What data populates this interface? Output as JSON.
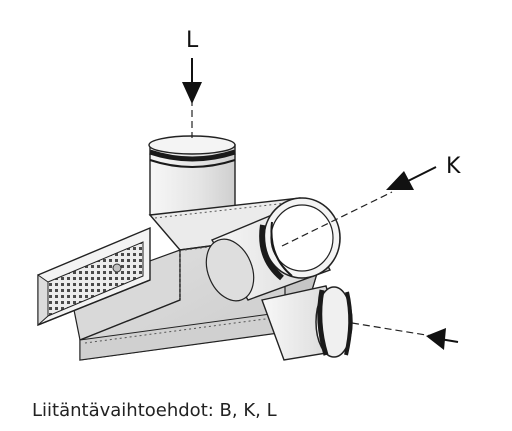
{
  "figure": {
    "arrow_label_top": "L",
    "arrow_label_right": "K",
    "caption": "Liitäntävaihtoehdot: B, K, L"
  },
  "colors": {
    "line": "#222222",
    "box_light": "#e6e6e6",
    "box_mid": "#d2d2d2",
    "box_dark": "#b9b9b9",
    "duct_light": "#f2f2f2",
    "band": "#1a1a1a"
  }
}
